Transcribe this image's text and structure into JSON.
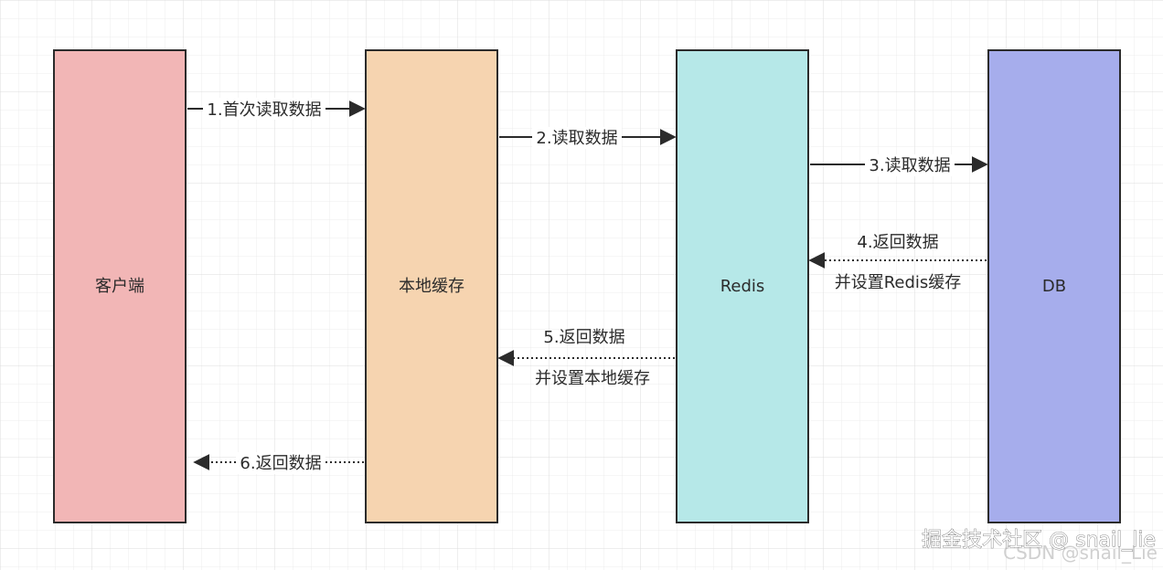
{
  "colors": {
    "grid": "#e6e6e6",
    "border": "#2b2b2b",
    "client": "#f2b6b6",
    "local_cache": "#f6d4b0",
    "redis": "#b6e8e8",
    "db": "#a6adec",
    "arrow": "#2b2b2b"
  },
  "lifelines": [
    {
      "id": "client",
      "label": "客户端"
    },
    {
      "id": "local_cache",
      "label": "本地缓存"
    },
    {
      "id": "redis",
      "label": "Redis"
    },
    {
      "id": "db",
      "label": "DB"
    }
  ],
  "messages": [
    {
      "id": "m1",
      "from": "client",
      "to": "local_cache",
      "style": "solid",
      "lines": [
        "1.首次读取数据"
      ]
    },
    {
      "id": "m2",
      "from": "local_cache",
      "to": "redis",
      "style": "solid",
      "lines": [
        "2.读取数据"
      ]
    },
    {
      "id": "m3",
      "from": "redis",
      "to": "db",
      "style": "solid",
      "lines": [
        "3.读取数据"
      ]
    },
    {
      "id": "m4",
      "from": "db",
      "to": "redis",
      "style": "dotted",
      "lines": [
        "4.返回数据",
        "并设置Redis缓存"
      ]
    },
    {
      "id": "m5",
      "from": "redis",
      "to": "local_cache",
      "style": "dotted",
      "lines": [
        "5.返回数据",
        "并设置本地缓存"
      ]
    },
    {
      "id": "m6",
      "from": "local_cache",
      "to": "client",
      "style": "dotted",
      "lines": [
        "6.返回数据"
      ]
    }
  ],
  "watermark": {
    "main": "掘金技术社区 @ snail_lie",
    "sub": "CSDN @snail_Lie"
  }
}
